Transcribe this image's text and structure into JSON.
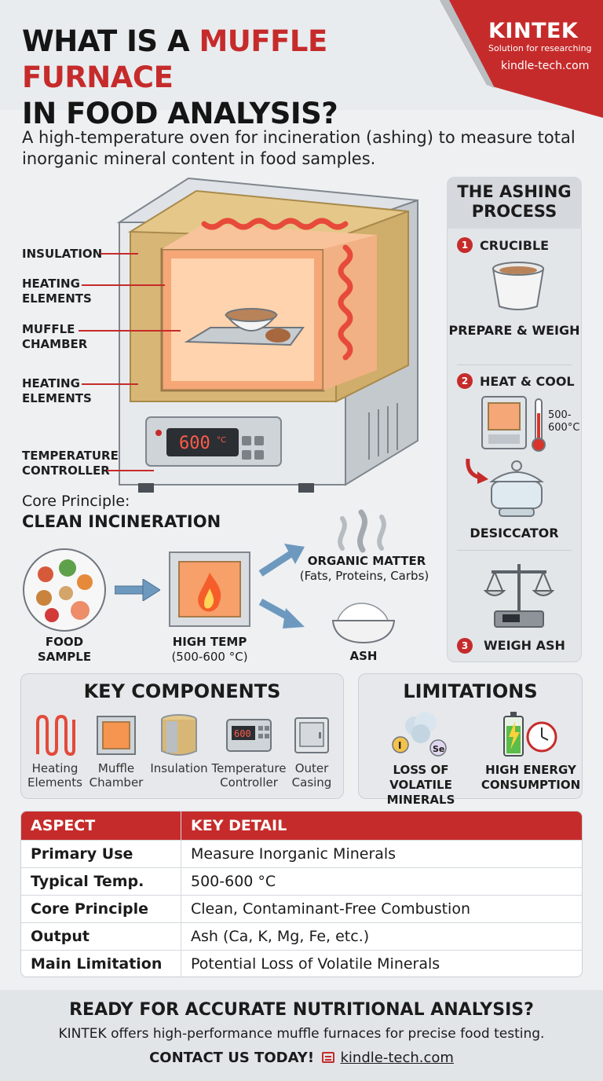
{
  "header": {
    "title_part1": "WHAT IS A ",
    "title_accent": "MUFFLE FURNACE",
    "title_part2": "IN FOOD ANALYSIS?",
    "subtitle": "A high-temperature oven for incineration (ashing) to measure total inorganic mineral content in food samples."
  },
  "brand": {
    "name": "KINTEK",
    "tagline": "Solution for researching",
    "url": "kindle-tech.com",
    "color": "#c62b2b"
  },
  "furnace": {
    "labels": [
      "INSULATION",
      "HEATING ELEMENTS",
      "MUFFLE CHAMBER",
      "HEATING ELEMENTS",
      "TEMPERATURE CONTROLLER"
    ],
    "display": "600",
    "display_unit": "°C"
  },
  "ashing_process": {
    "title": "THE ASHING PROCESS",
    "step1": {
      "num": "1",
      "label": "CRUCIBLE",
      "caption": "PREPARE & WEIGH"
    },
    "step2": {
      "num": "2",
      "label": "HEAT & COOL",
      "temp": "500-600°C",
      "caption": "DESICCATOR"
    },
    "step3": {
      "num": "3",
      "label": "WEIGH ASH"
    }
  },
  "core_principle": {
    "pre": "Core Principle:",
    "title": "CLEAN INCINERATION",
    "food": "FOOD SAMPLE",
    "high_temp": "HIGH TEMP",
    "high_temp_range": "(500-600 °C)",
    "organic": "ORGANIC MATTER",
    "organic_detail": "(Fats, Proteins, Carbs)",
    "ash": "ASH"
  },
  "key_components": {
    "title": "KEY COMPONENTS",
    "items": [
      "Heating Elements",
      "Muffle Chamber",
      "Insulation",
      "Temperature Controller",
      "Outer Casing"
    ],
    "display": "600"
  },
  "limitations": {
    "title": "LIMITATIONS",
    "items": [
      "LOSS OF VOLATILE MINERALS",
      "HIGH ENERGY CONSUMPTION"
    ],
    "element_i": "I",
    "element_se": "Se"
  },
  "table": {
    "headers": [
      "ASPECT",
      "KEY DETAIL"
    ],
    "rows": [
      [
        "Primary Use",
        "Measure Inorganic Minerals"
      ],
      [
        "Typical Temp.",
        "500-600 °C"
      ],
      [
        "Core Principle",
        "Clean, Contaminant-Free Combustion"
      ],
      [
        "Output",
        "Ash (Ca, K, Mg, Fe, etc.)"
      ],
      [
        "Main Limitation",
        "Potential Loss of Volatile Minerals"
      ]
    ]
  },
  "footer": {
    "headline": "READY FOR ACCURATE NUTRITIONAL ANALYSIS?",
    "body": "KINTEK offers high-performance muffle furnaces for precise food testing.",
    "cta": "CONTACT US TODAY!",
    "url": "kindle-tech.com"
  }
}
